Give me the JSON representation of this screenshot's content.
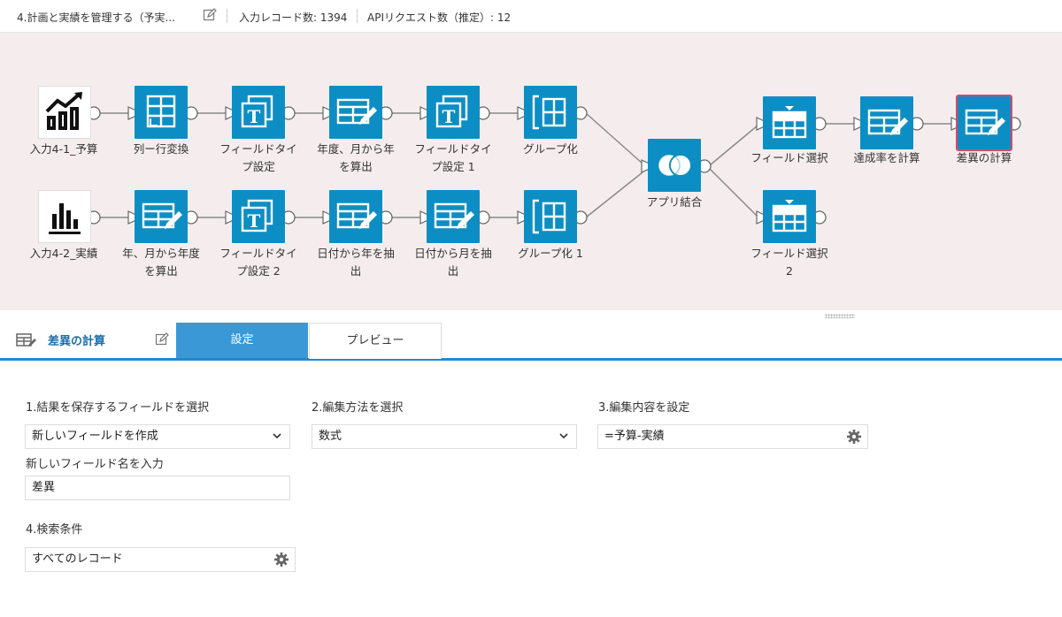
{
  "header": {
    "title": "4.計画と実績を管理する（予実...",
    "record_count": "入力レコード数: 1394",
    "api_count": "APIリクエスト数（推定）: 12"
  },
  "workflow": {
    "nodes": [
      {
        "id": "n_in1",
        "label": "入力4-1_予算",
        "icon": "line-chart-icon"
      },
      {
        "id": "n_pivot",
        "label": "列ー行変換",
        "icon": "pivot-icon"
      },
      {
        "id": "n_type1",
        "label": "フィールドタイ\nプ設定",
        "icon": "field-type-icon"
      },
      {
        "id": "n_year1",
        "label": "年度、月から年\nを算出",
        "icon": "table-edit-icon"
      },
      {
        "id": "n_type2",
        "label": "フィールドタイ\nプ設定 1",
        "icon": "field-type-icon"
      },
      {
        "id": "n_group1",
        "label": "グループ化",
        "icon": "group-icon"
      },
      {
        "id": "n_in2",
        "label": "入力4-2_実績",
        "icon": "bar-chart-icon"
      },
      {
        "id": "n_year2",
        "label": "年、月から年度\nを算出",
        "icon": "table-edit-icon"
      },
      {
        "id": "n_type3",
        "label": "フィールドタイ\nプ設定 2",
        "icon": "field-type-icon"
      },
      {
        "id": "n_datey",
        "label": "日付から年を抽\n出",
        "icon": "table-edit-icon"
      },
      {
        "id": "n_datem",
        "label": "日付から月を抽\n出",
        "icon": "table-edit-icon"
      },
      {
        "id": "n_group2",
        "label": "グループ化 1",
        "icon": "group-icon"
      },
      {
        "id": "n_join",
        "label": "アプリ結合",
        "icon": "join-icon"
      },
      {
        "id": "n_fsel1",
        "label": "フィールド選択",
        "icon": "field-select-icon"
      },
      {
        "id": "n_rate",
        "label": "達成率を計算",
        "icon": "table-edit-icon"
      },
      {
        "id": "n_diff",
        "label": "差異の計算",
        "icon": "table-edit-icon"
      },
      {
        "id": "n_fsel2",
        "label": "フィールド選択\n2",
        "icon": "field-select-icon"
      }
    ]
  },
  "panel": {
    "title": "差異の計算",
    "title_icon": "table-edit-icon",
    "tabs": [
      {
        "label": "設定",
        "active": true
      },
      {
        "label": "プレビュー",
        "active": false
      }
    ],
    "section1": {
      "label": "1.結果を保存するフィールドを選択",
      "select_value": "新しいフィールドを作成",
      "new_field_label": "新しいフィールド名を入力",
      "new_field_value": "差異"
    },
    "section2": {
      "label": "2.編集方法を選択",
      "select_value": "数式"
    },
    "section3": {
      "label": "3.編集内容を設定",
      "value": "=予算-実績"
    },
    "section4": {
      "label": "4.検索条件",
      "value": "すべてのレコード"
    }
  },
  "colors": {
    "node_blue": "#0c8ec4",
    "canvas_bg": "#f5eded",
    "accent": "#3a98d6",
    "selected_outline": "#d7476b"
  }
}
